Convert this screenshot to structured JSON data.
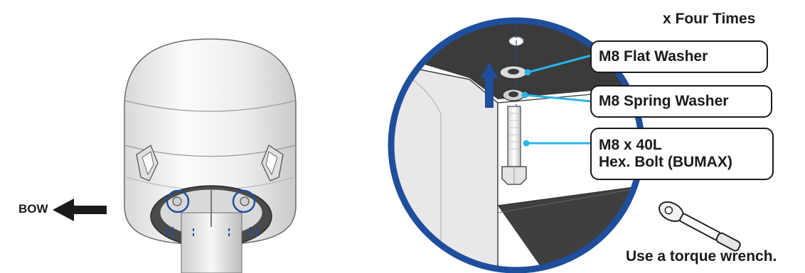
{
  "labels": {
    "bow": "BOW",
    "repeat": "x Four Times",
    "flat_washer": "M8 Flat Washer",
    "spring_washer": "M8 Spring Washer",
    "bolt_line1": "M8 x 40L",
    "bolt_line2": "Hex. Bolt (BUMAX)",
    "torque": "Use a torque wrench."
  },
  "colors": {
    "accent_blue": "#1f4e9c",
    "callout_line": "#27b6e8",
    "text": "#1a1a1a",
    "dome_fill": "#f2f2f2",
    "dark_part": "#3b3b3b"
  },
  "icons": {
    "direction": "arrow-left-icon",
    "assembly": "up-arrow-icon",
    "tool": "torque-wrench-icon"
  }
}
